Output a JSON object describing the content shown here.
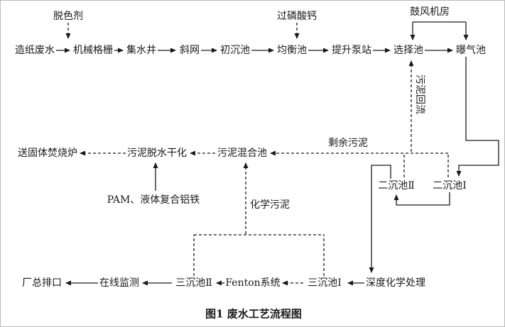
{
  "figure": {
    "caption": "图1 废水工艺流程图"
  },
  "colors": {
    "background": "#ffffff",
    "line": "#1a1a1a",
    "text": "#1a1a1a"
  },
  "nodes": {
    "decolorizer": "脱色剂",
    "superphosphate": "过磷酸钙",
    "blower_room": "鼓风机房",
    "paper_wastewater": "造纸废水",
    "mechanical_screen": "机械格栅",
    "collection_well": "集水井",
    "inclined_screen": "斜网",
    "primary_tank": "初沉池",
    "equalization_tank": "均衡池",
    "lift_pump_station": "提升泵站",
    "selection_tank": "选择池",
    "aeration_tank": "曝气池",
    "incinerator": "送固体焚烧炉",
    "sludge_dewatering": "污泥脱水干化",
    "sludge_mixing_tank": "污泥混合池",
    "excess_sludge": "剩余污泥",
    "sludge_return": "污泥回流",
    "pam_agent": "PAM、液体复合铝铁",
    "chemical_sludge": "化学污泥",
    "secondary_tank_2": "二沉池Ⅱ",
    "secondary_tank_1": "二沉池Ⅰ",
    "outlet": "厂总排口",
    "online_monitoring": "在线监测",
    "tertiary_tank_2": "三沉池Ⅱ",
    "fenton_system": "Fenton系统",
    "tertiary_tank_1": "三沉池Ⅰ",
    "advanced_treatment": "深度化学处理"
  }
}
